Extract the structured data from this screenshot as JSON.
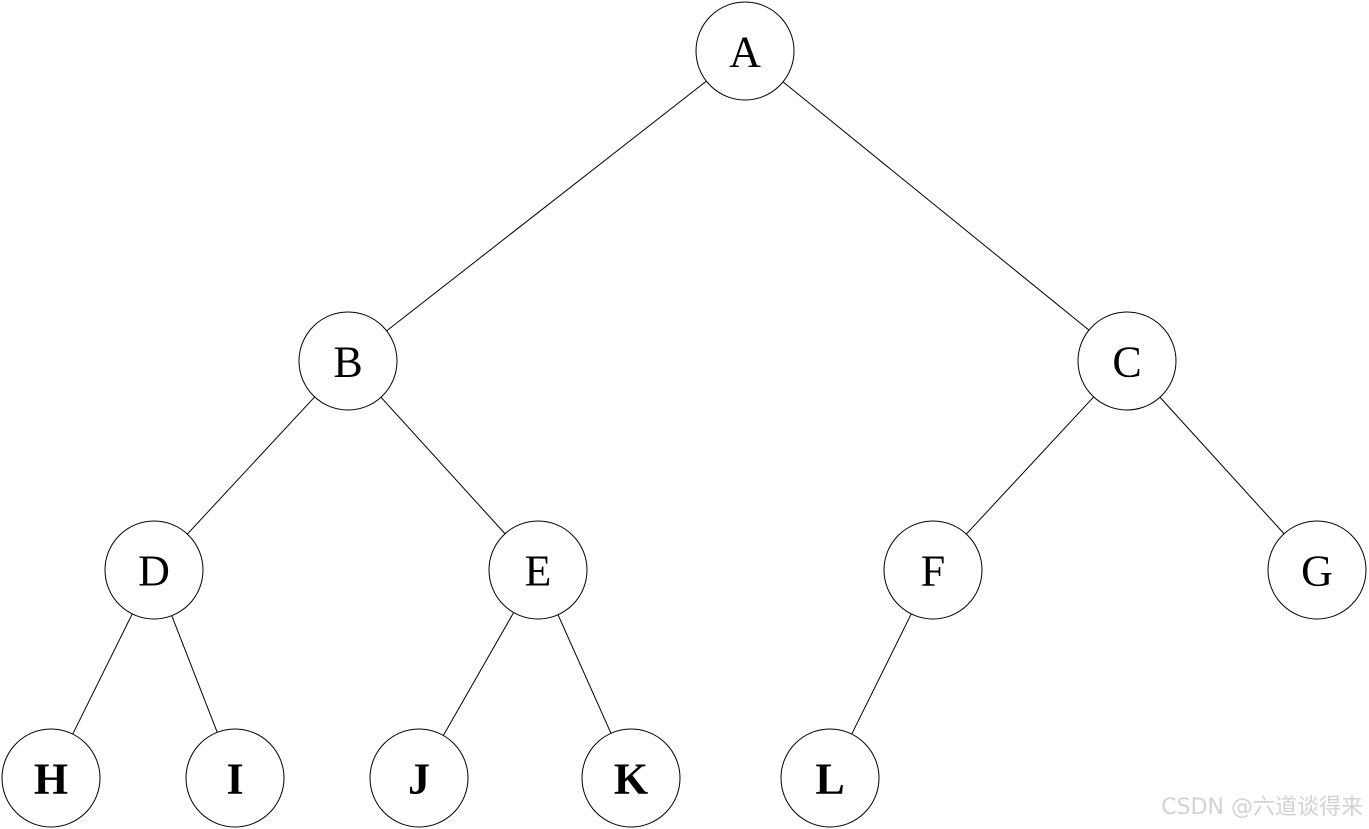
{
  "nodes": [
    {
      "id": "A",
      "label": "A",
      "bold": false
    },
    {
      "id": "B",
      "label": "B",
      "bold": false
    },
    {
      "id": "C",
      "label": "C",
      "bold": false
    },
    {
      "id": "D",
      "label": "D",
      "bold": false
    },
    {
      "id": "E",
      "label": "E",
      "bold": false
    },
    {
      "id": "F",
      "label": "F",
      "bold": false
    },
    {
      "id": "G",
      "label": "G",
      "bold": false
    },
    {
      "id": "H",
      "label": "H",
      "bold": true
    },
    {
      "id": "I",
      "label": "I",
      "bold": true
    },
    {
      "id": "J",
      "label": "J",
      "bold": true
    },
    {
      "id": "K",
      "label": "K",
      "bold": true
    },
    {
      "id": "L",
      "label": "L",
      "bold": true
    }
  ],
  "edges": [
    [
      "A",
      "B"
    ],
    [
      "A",
      "C"
    ],
    [
      "B",
      "D"
    ],
    [
      "B",
      "E"
    ],
    [
      "C",
      "F"
    ],
    [
      "C",
      "G"
    ],
    [
      "D",
      "H"
    ],
    [
      "D",
      "I"
    ],
    [
      "E",
      "J"
    ],
    [
      "E",
      "K"
    ],
    [
      "F",
      "L"
    ]
  ],
  "watermark": "CSDN @六道谈得来"
}
